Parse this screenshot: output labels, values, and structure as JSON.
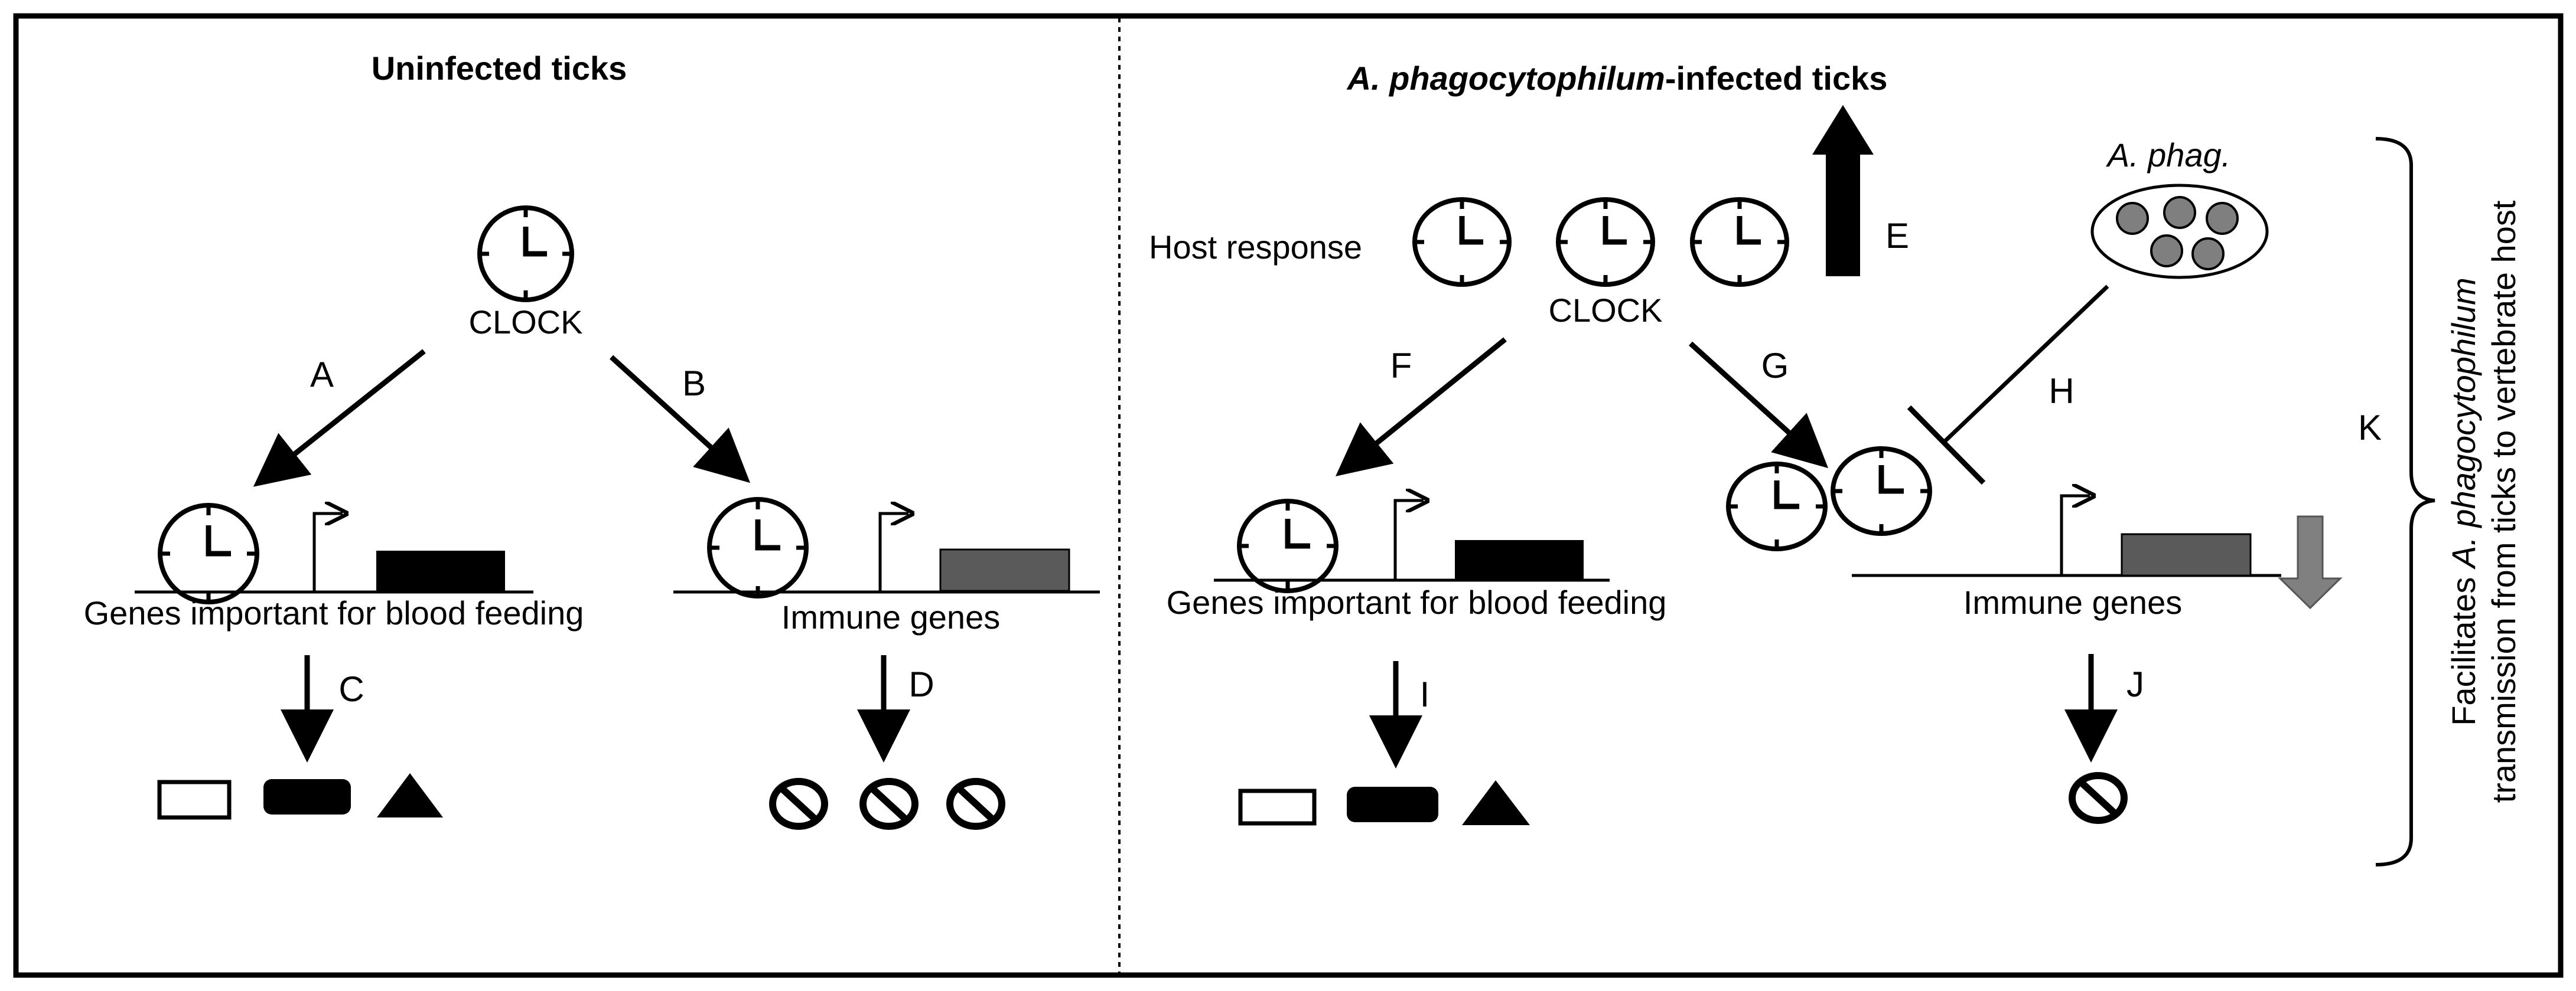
{
  "left_panel": {
    "title": "Uninfected ticks",
    "clock_label": "CLOCK",
    "arrow_a": "A",
    "arrow_b": "B",
    "arrow_c": "C",
    "arrow_d": "D",
    "blood_genes_label": "Genes important for blood feeding",
    "immune_genes_label": "Immune genes"
  },
  "right_panel": {
    "title_italic": "A. phagocytophilum",
    "title_rest": "-infected ticks",
    "host_response_label": "Host response",
    "clock_label": "CLOCK",
    "arrow_e": "E",
    "arrow_f": "F",
    "arrow_g": "G",
    "inhibit_h": "H",
    "arrow_i": "I",
    "arrow_j": "J",
    "bracket_k": "K",
    "pathogen_label": "A. phag.",
    "blood_genes_label": "Genes important for blood feeding",
    "immune_genes_label": "Immune genes",
    "side_note_line1_prefix": "Facilitates ",
    "side_note_line1_italic": "A. phagocytophilum",
    "side_note_line2": "transmission from ticks to vertebrate host"
  },
  "colors": {
    "stroke": "#000000",
    "blood_gene_box": "#000000",
    "immune_gene_box": "#5a5a5a",
    "pathogen_dots": "#7f7f7f",
    "down_arrow": "#808080"
  }
}
